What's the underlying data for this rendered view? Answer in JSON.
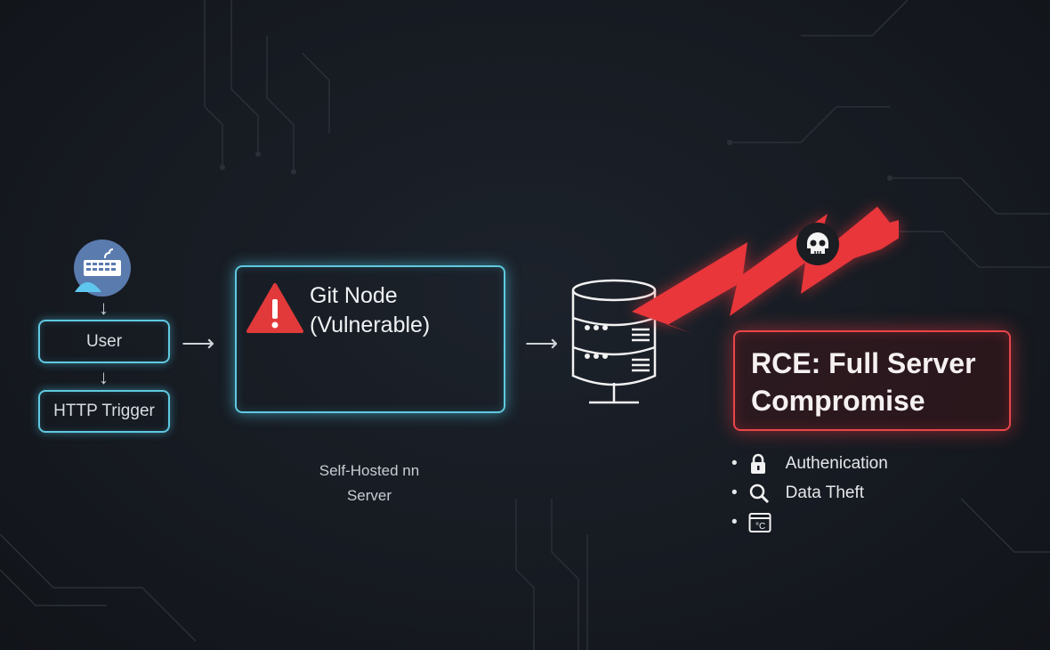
{
  "left": {
    "user_label": "User",
    "trigger_label": "HTTP Trigger",
    "icon": "keyboard-user-icon"
  },
  "git_node": {
    "title_line1": "Git Node",
    "title_line2": "(Vulnerable)",
    "icon": "warning-icon"
  },
  "server": {
    "caption_line1": "Self-Hosted nn",
    "caption_line2": "Server",
    "icon": "server-database-icon"
  },
  "attack": {
    "icon": "skull-icon",
    "color": "#e8363b"
  },
  "rce": {
    "title_line1": "RCE: Full Server",
    "title_line2": "Compromise"
  },
  "impacts": [
    {
      "icon": "lock-icon",
      "label": "Authenication"
    },
    {
      "icon": "search-icon",
      "label": "Data Theft"
    },
    {
      "icon": "terminal-window-icon",
      "label": ""
    }
  ],
  "colors": {
    "cyan": "#5fc9e0",
    "red": "#e8363b",
    "bg": "#161a21"
  }
}
